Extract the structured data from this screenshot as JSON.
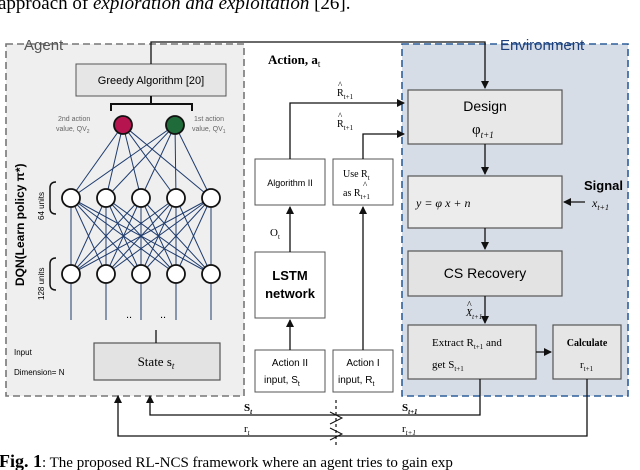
{
  "top_text": {
    "prefix": "approach of ",
    "italic": "exploration and exploitation",
    "suffix": " [26]."
  },
  "agent": {
    "title": "Agent",
    "greedy": "Greedy Algorithm [20]",
    "action2_line1": "2nd action",
    "action2_line2": "value, QV",
    "action1_line1": "1st action",
    "action1_line2": "value, QV",
    "dqn_label": "DQN(Learn policy π*)",
    "units64": "64 units",
    "units128": "128 units",
    "ellipsis1": "..",
    "ellipsis2": "..",
    "input_label": "Input",
    "dimension_label": "Dimension= N",
    "state_label": "State s",
    "state_sub": "t"
  },
  "middle": {
    "action_title": "Action, a",
    "action_sub": "t",
    "algo2": "Algorithm II",
    "use_r_line1": "Use R",
    "use_r_line2": "as R",
    "o_label": "O",
    "lstm_line1": "LSTM",
    "lstm_line2": "network",
    "action2_input_line1": "Action II",
    "action2_input_line2": "input, S",
    "action1_input_line1": "Action I",
    "action1_input_line2": "input, R",
    "r_hat_a": "R",
    "r_hat_b": "R",
    "sub_t1": "t+1"
  },
  "environment": {
    "title": "Environment",
    "design": "Design",
    "phi": "φ",
    "equation": "y = φ x + n",
    "signal": "Signal",
    "signal_var": "x",
    "cs_recovery": "CS Recovery",
    "x_hat": "X",
    "extract_line1": "Extract R",
    "extract_line1b": " and",
    "extract_line2": "get S",
    "calculate": "Calculate",
    "r_calc": "r"
  },
  "bottom": {
    "s_t": "S",
    "r_t": "r",
    "s_t1": "S",
    "r_t1": "r",
    "sub_t": "t",
    "sub_t1": "t+1"
  },
  "caption": {
    "label": "Fig. 1",
    "text": ": The proposed RL-NCS framework where an agent tries to gain exp"
  },
  "colors": {
    "agent_fill": "#efefef",
    "env_fill": "#d7dde6",
    "agent_border": "#777777",
    "env_border": "#2f5f9c",
    "node_red": "#b5144f",
    "node_green": "#1f6b3a",
    "box_fill": "#e6e6e6",
    "env_title": "#1e3f7a"
  }
}
